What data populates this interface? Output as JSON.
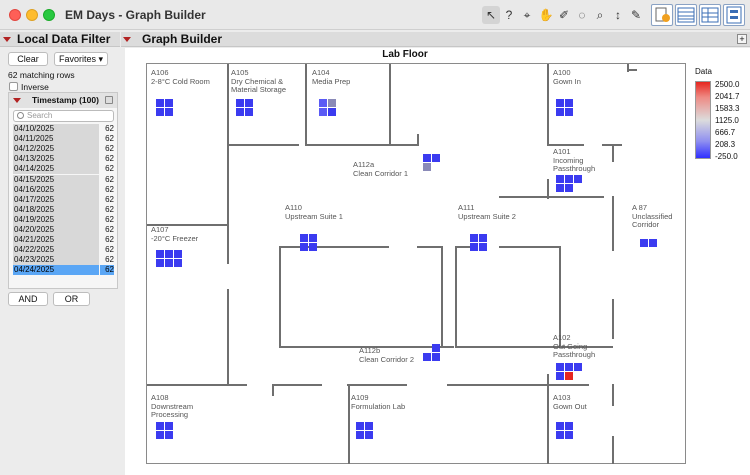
{
  "window": {
    "title": "EM Days - Graph Builder"
  },
  "toolbar": {
    "icons": [
      "arrow-icon",
      "help-icon",
      "crosshair-icon",
      "hand-icon",
      "brush-icon",
      "lasso-icon",
      "magnify-icon",
      "scroll-icon",
      "pen-icon",
      "script-icon",
      "grid-layout-icon",
      "columns-icon",
      "control-panel-icon"
    ]
  },
  "filter": {
    "title": "Local Data Filter",
    "clear_label": "Clear",
    "favorites_label": "Favorites ▾",
    "matching": "62 matching rows",
    "inverse_label": "Inverse",
    "timestamp_title": "Timestamp (100)",
    "search_placeholder": "Search",
    "rows": [
      {
        "date": "04/10/2025",
        "count": "62"
      },
      {
        "date": "04/11/2025",
        "count": "62"
      },
      {
        "date": "04/12/2025",
        "count": "62"
      },
      {
        "date": "04/13/2025",
        "count": "62"
      },
      {
        "date": "04/14/2025",
        "count": "62"
      },
      {
        "date": "04/15/2025",
        "count": "62"
      },
      {
        "date": "04/16/2025",
        "count": "62"
      },
      {
        "date": "04/17/2025",
        "count": "62"
      },
      {
        "date": "04/18/2025",
        "count": "62"
      },
      {
        "date": "04/19/2025",
        "count": "62"
      },
      {
        "date": "04/20/2025",
        "count": "62"
      },
      {
        "date": "04/21/2025",
        "count": "62"
      },
      {
        "date": "04/22/2025",
        "count": "62"
      },
      {
        "date": "04/23/2025",
        "count": "62"
      },
      {
        "date": "04/24/2025",
        "count": "62"
      }
    ],
    "selected_row": 14,
    "and_label": "AND",
    "or_label": "OR"
  },
  "graph": {
    "title": "Graph Builder",
    "chart_title": "Lab Floor",
    "legend_title": "Data",
    "legend_ticks": [
      "2500.0",
      "2041.7",
      "1583.3",
      "1125.0",
      "666.7",
      "208.3",
      "-250.0"
    ],
    "rooms": {
      "a106": {
        "code": "A106",
        "name": "2-8°C Cold Room"
      },
      "a105": {
        "code": "A105",
        "name": "Dry Chemical &\nMaterial Storage"
      },
      "a104": {
        "code": "A104",
        "name": "Media Prep"
      },
      "a100": {
        "code": "A100",
        "name": "Gown In"
      },
      "a112a": {
        "code": "A112a",
        "name": "Clean Corridor 1"
      },
      "a101": {
        "code": "A101",
        "name": "Incoming\nPassthrough"
      },
      "a110": {
        "code": "A110",
        "name": "Upstream Suite 1"
      },
      "a111": {
        "code": "A111",
        "name": "Upstream Suite 2"
      },
      "a87": {
        "code": "A 87",
        "name": "Unclassified\nCorridor"
      },
      "a107": {
        "code": "A107",
        "name": "-20°C Freezer"
      },
      "a112b": {
        "code": "A112b",
        "name": "Clean Corridor 2"
      },
      "a102": {
        "code": "A102",
        "name": "Out Going\nPassthrough"
      },
      "a108": {
        "code": "A108",
        "name": "Downstream\nProcessing"
      },
      "a109": {
        "code": "A109",
        "name": "Formulation Lab"
      },
      "a103": {
        "code": "A103",
        "name": "Gown Out"
      }
    },
    "colors": {
      "low": "#3b3bf0",
      "mid": "#5a5af5",
      "gray": "#8a8ab8",
      "high": "#e6261f"
    }
  }
}
